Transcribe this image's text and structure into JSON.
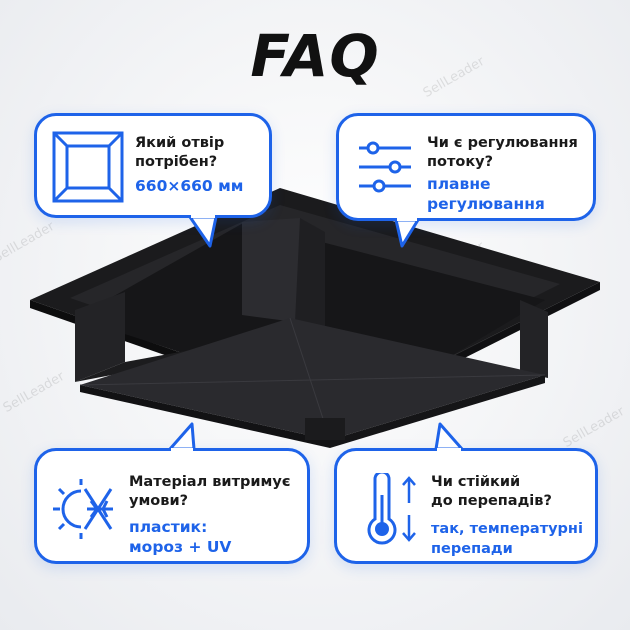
{
  "title": "FAQ",
  "watermark": "SellLeader",
  "accent_color": "#1e63e9",
  "cards": [
    {
      "icon": "square-opening-icon",
      "question_lines": [
        "Який отвір",
        "потрібен?"
      ],
      "answer_lines": [
        "660×660 мм"
      ]
    },
    {
      "icon": "sliders-icon",
      "question_lines": [
        "Чи є регулювання",
        "потоку?"
      ],
      "answer_lines": [
        "плавне",
        "регулювання"
      ]
    },
    {
      "icon": "sun-snowflake-icon",
      "question_lines": [
        "Матеріал витримує",
        "умови?"
      ],
      "answer_lines": [
        "пластик:",
        "мороз + UV"
      ]
    },
    {
      "icon": "thermometer-arrows-icon",
      "question_lines": [
        "Чи стійкий",
        "до перепадів?"
      ],
      "answer_lines": [
        "так, температурні",
        "перепади"
      ]
    }
  ]
}
